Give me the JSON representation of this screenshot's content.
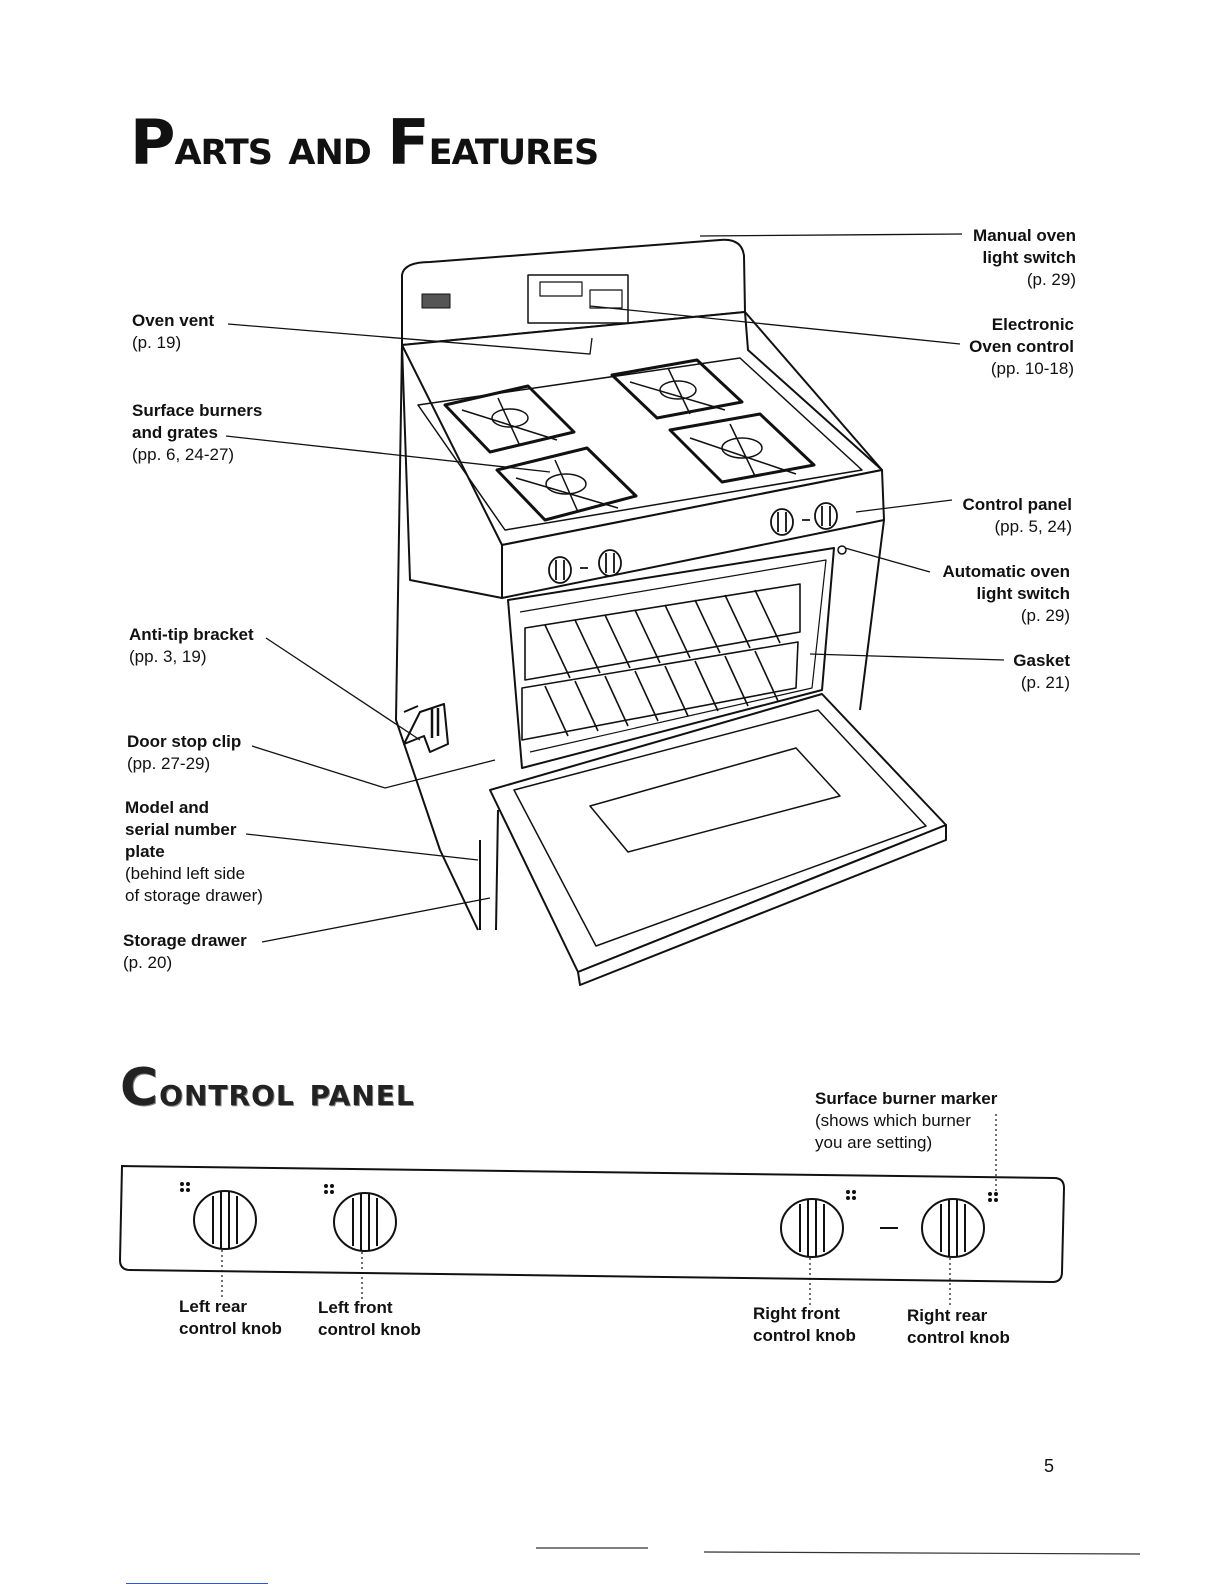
{
  "page": {
    "title_p": "P",
    "title_rest1": "arts and ",
    "title_f": "F",
    "title_rest2": "eatures",
    "subtitle_c": "C",
    "subtitle_rest": "ontrol panel",
    "page_number": "5"
  },
  "parts_left": [
    {
      "name": "Oven vent",
      "ref": "(p. 19)"
    },
    {
      "name_lines": [
        "Surface burners",
        "and grates"
      ],
      "ref": "(pp. 6, 24-27)"
    },
    {
      "name": "Anti-tip bracket",
      "ref": "(pp. 3, 19)"
    },
    {
      "name": "Door stop clip",
      "ref": "(pp. 27-29)"
    },
    {
      "name_lines": [
        "Model and",
        "serial number",
        "plate"
      ],
      "ref_lines": [
        "(behind left side",
        "of storage drawer)"
      ]
    },
    {
      "name": "Storage drawer",
      "ref": "(p. 20)"
    }
  ],
  "parts_right": [
    {
      "name_lines": [
        "Manual oven",
        "light switch"
      ],
      "ref": "(p. 29)"
    },
    {
      "name_lines": [
        "Electronic",
        "Oven control"
      ],
      "ref": "(pp. 10-18)"
    },
    {
      "name": "Control panel",
      "ref": "(pp. 5, 24)"
    },
    {
      "name_lines": [
        "Automatic oven",
        "light switch"
      ],
      "ref": "(p. 29)"
    },
    {
      "name": "Gasket",
      "ref": "(p. 21)"
    }
  ],
  "control_panel": {
    "marker_name": "Surface burner marker",
    "marker_desc_lines": [
      "(shows which burner",
      "you are setting)"
    ],
    "knobs": [
      {
        "lines": [
          "Left rear",
          "control knob"
        ]
      },
      {
        "lines": [
          "Left front",
          "control knob"
        ]
      },
      {
        "lines": [
          "Right front",
          "control knob"
        ]
      },
      {
        "lines": [
          "Right rear",
          "control knob"
        ]
      }
    ]
  }
}
